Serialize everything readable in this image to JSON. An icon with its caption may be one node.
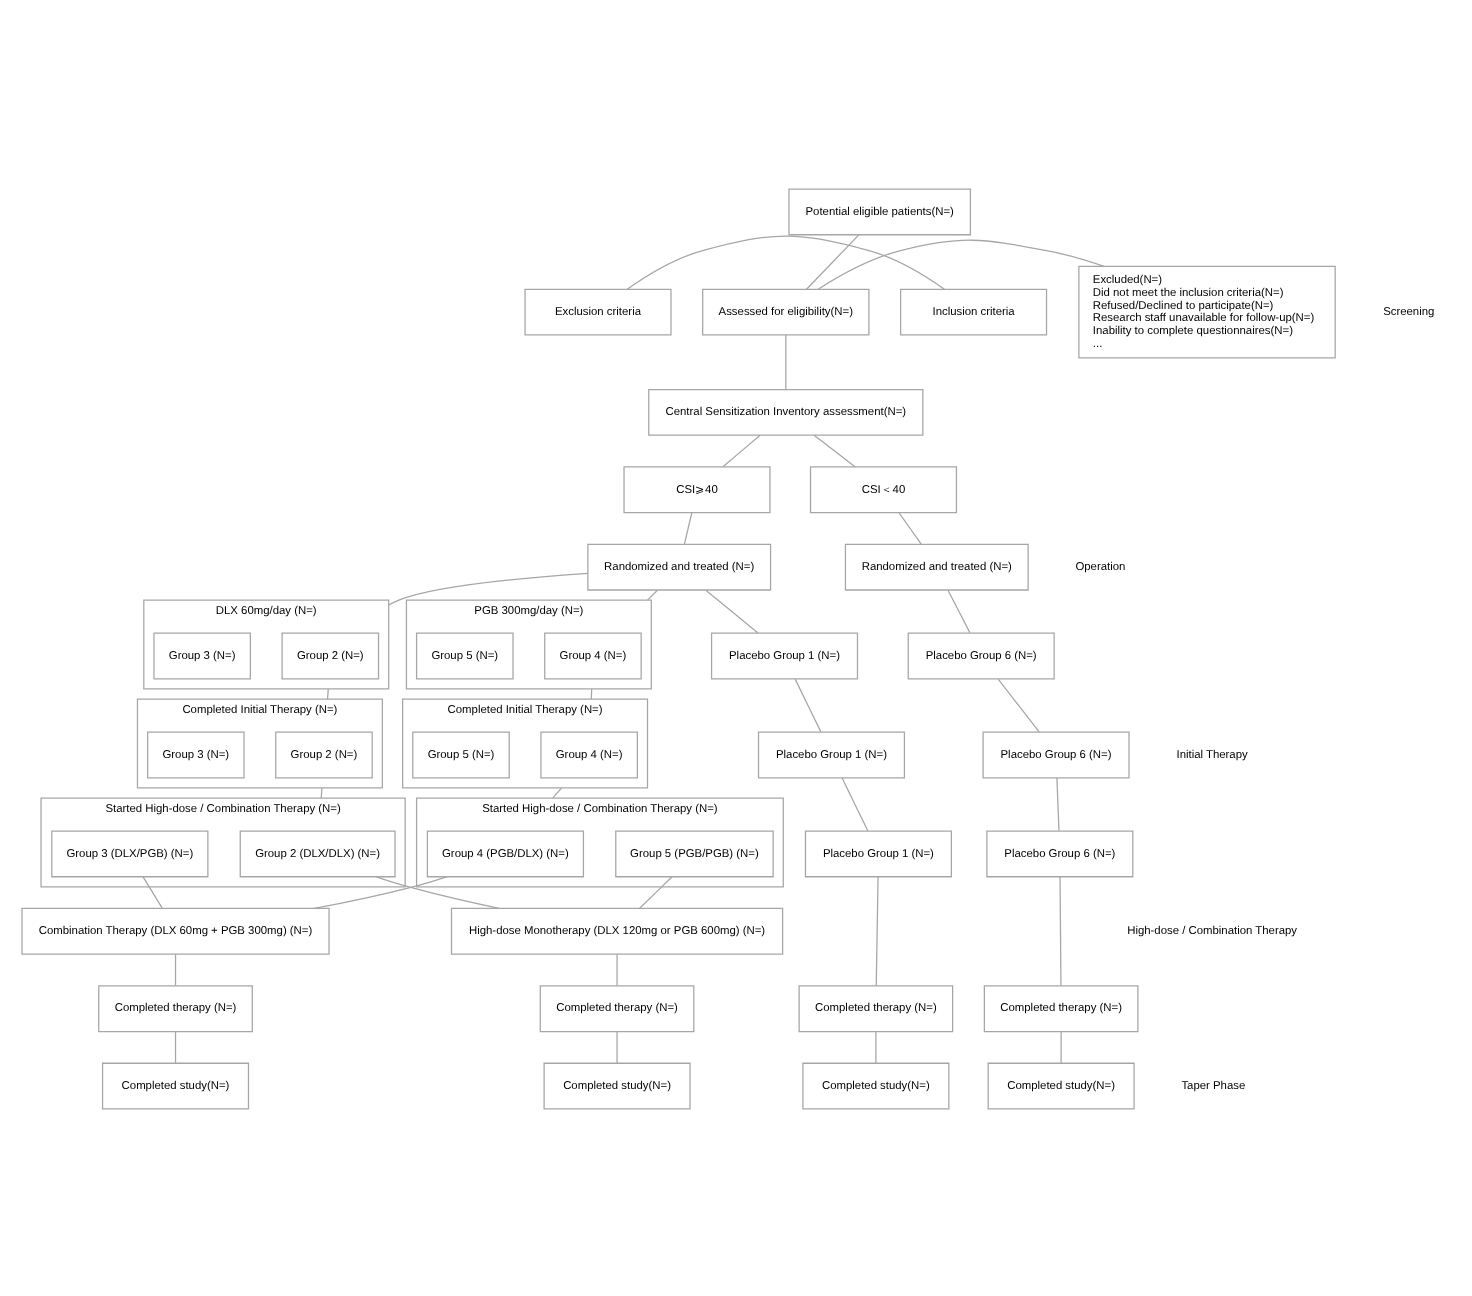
{
  "diagram": {
    "nodes": [
      {
        "text": [
          "Potential eligible patients(N=)"
        ]
      },
      {
        "text": [
          "Inclusion criteria"
        ]
      },
      {
        "text": [
          "Exclusion criteria"
        ]
      },
      {
        "text": [
          "Assessed for eligibility(N=)"
        ]
      },
      {
        "text": [
          "Excluded(N=)",
          "Did not meet the inclusion criteria(N=)",
          "Refused/Declined to participate(N=)",
          "Research staff unavailable for follow-up(N=)",
          "Inability to complete questionnaires(N=)",
          "..."
        ]
      },
      {
        "text": [
          "Central Sensitization Inventory assessment(N=)"
        ]
      },
      {
        "text": [
          "CSI⩾40"
        ]
      },
      {
        "text": [
          "CSI＜40"
        ]
      },
      {
        "text": [
          "Randomized and treated (N=)"
        ]
      },
      {
        "text": [
          "Randomized and treated (N=)"
        ]
      },
      {
        "text": [
          "Placebo Group 1 (N=)"
        ]
      },
      {
        "text": [
          "DLX 60mg/day (N=)"
        ]
      },
      {
        "text": [
          "Group 2 (N=)"
        ],
        "in": 11
      },
      {
        "text": [
          "Group 3 (N=)"
        ],
        "in": 11
      },
      {
        "text": [
          "PGB 300mg/day (N=)"
        ]
      },
      {
        "text": [
          "Group 4 (N=)"
        ],
        "in": 14
      },
      {
        "text": [
          "Group 5 (N=)"
        ],
        "in": 14
      },
      {
        "text": [
          "Placebo Group 6 (N=)"
        ]
      },
      {
        "text": [
          "Placebo Group 1 (N=)"
        ]
      },
      {
        "text": [
          "Completed Initial Therapy (N=)"
        ]
      },
      {
        "text": [
          "Group 2 (N=)"
        ],
        "in": 19
      },
      {
        "text": [
          "Group 3 (N=)"
        ],
        "in": 19
      },
      {
        "text": [
          "Completed Initial Therapy (N=)"
        ]
      },
      {
        "text": [
          "Group 4 (N=)"
        ],
        "in": 22
      },
      {
        "text": [
          "Group 5 (N=)"
        ],
        "in": 22
      },
      {
        "text": [
          "Placebo Group 6 (N=)"
        ]
      },
      {
        "text": [
          "Placebo Group 1 (N=)"
        ]
      },
      {
        "text": [
          "Started High-dose / Combination Therapy (N=)"
        ]
      },
      {
        "text": [
          "Group 2 (DLX/DLX) (N=)"
        ],
        "in": 27
      },
      {
        "text": [
          "Group 3 (DLX/PGB) (N=)"
        ],
        "in": 27
      },
      {
        "text": [
          "Started High-dose / Combination Therapy (N=)"
        ]
      },
      {
        "text": [
          "Group 4 (PGB/DLX) (N=)"
        ],
        "in": 30
      },
      {
        "text": [
          "Group 5 (PGB/PGB) (N=)"
        ],
        "in": 30
      },
      {
        "text": [
          "Placebo Group 6 (N=)"
        ]
      },
      {
        "text": [
          "High-dose Monotherapy (DLX 120mg or PGB 600mg) (N=)"
        ]
      },
      {
        "text": [
          "Combination Therapy (DLX 60mg + PGB 300mg) (N=)"
        ]
      },
      {
        "text": [
          "Completed therapy (N=)"
        ]
      },
      {
        "text": [
          "Completed therapy (N=)"
        ]
      },
      {
        "text": [
          "Completed therapy (N=)"
        ]
      },
      {
        "text": [
          "Completed therapy (N=)"
        ]
      },
      {
        "text": [
          "Completed study(N=)"
        ]
      },
      {
        "text": [
          "Completed study(N=)"
        ]
      },
      {
        "text": [
          "Completed study(N=)"
        ]
      },
      {
        "text": [
          "Completed study(N=)"
        ]
      }
    ],
    "edges": [
      {
        "from": 0,
        "to": 3,
        "arrow": "none"
      },
      {
        "from": 1,
        "to": 2,
        "arrow": "none"
      },
      {
        "from": 3,
        "to": 5,
        "arrow": "none"
      },
      {
        "from": 3,
        "to": 4,
        "arrow": "none"
      },
      {
        "from": 5,
        "to": 6,
        "arrow": "none"
      },
      {
        "from": 5,
        "to": 7,
        "arrow": "none"
      },
      {
        "from": 6,
        "to": 8,
        "arrow": "none"
      },
      {
        "from": 7,
        "to": 9,
        "arrow": "none"
      },
      {
        "from": 8,
        "to": 10,
        "arrow": "none"
      },
      {
        "from": 8,
        "to": 11,
        "arrow": "none"
      },
      {
        "from": 8,
        "to": 14,
        "arrow": "none"
      },
      {
        "from": 9,
        "to": 17,
        "arrow": "none"
      },
      {
        "from": 10,
        "to": 18,
        "arrow": "none"
      },
      {
        "from": 11,
        "to": 19,
        "arrow": "none"
      },
      {
        "from": 14,
        "to": 22,
        "arrow": "none"
      },
      {
        "from": 17,
        "to": 25,
        "arrow": "none"
      },
      {
        "from": 18,
        "to": 26,
        "arrow": "none"
      },
      {
        "from": 19,
        "to": 27,
        "arrow": "none"
      },
      {
        "from": 22,
        "to": 30,
        "arrow": "none"
      },
      {
        "from": 25,
        "to": 33,
        "arrow": "none"
      },
      {
        "from": 28,
        "to": 34,
        "arrow": "none"
      },
      {
        "from": 29,
        "to": 35,
        "arrow": "none"
      },
      {
        "from": 31,
        "to": 35,
        "arrow": "none"
      },
      {
        "from": 32,
        "to": 34,
        "arrow": "none"
      },
      {
        "from": 26,
        "to": 36,
        "arrow": "none"
      },
      {
        "from": 34,
        "to": 37,
        "arrow": "none"
      },
      {
        "from": 35,
        "to": 38,
        "arrow": "none"
      },
      {
        "from": 33,
        "to": 39,
        "arrow": "none"
      },
      {
        "from": 36,
        "to": 40,
        "arrow": "none"
      },
      {
        "from": 37,
        "to": 41,
        "arrow": "none"
      },
      {
        "from": 38,
        "to": 42,
        "arrow": "none"
      },
      {
        "from": 39,
        "to": 43,
        "arrow": "none"
      }
    ],
    "labels": [
      "Screening",
      "Operation",
      "Initial Therapy",
      "High-dose / Combination Therapy",
      "Taper Phase"
    ]
  }
}
